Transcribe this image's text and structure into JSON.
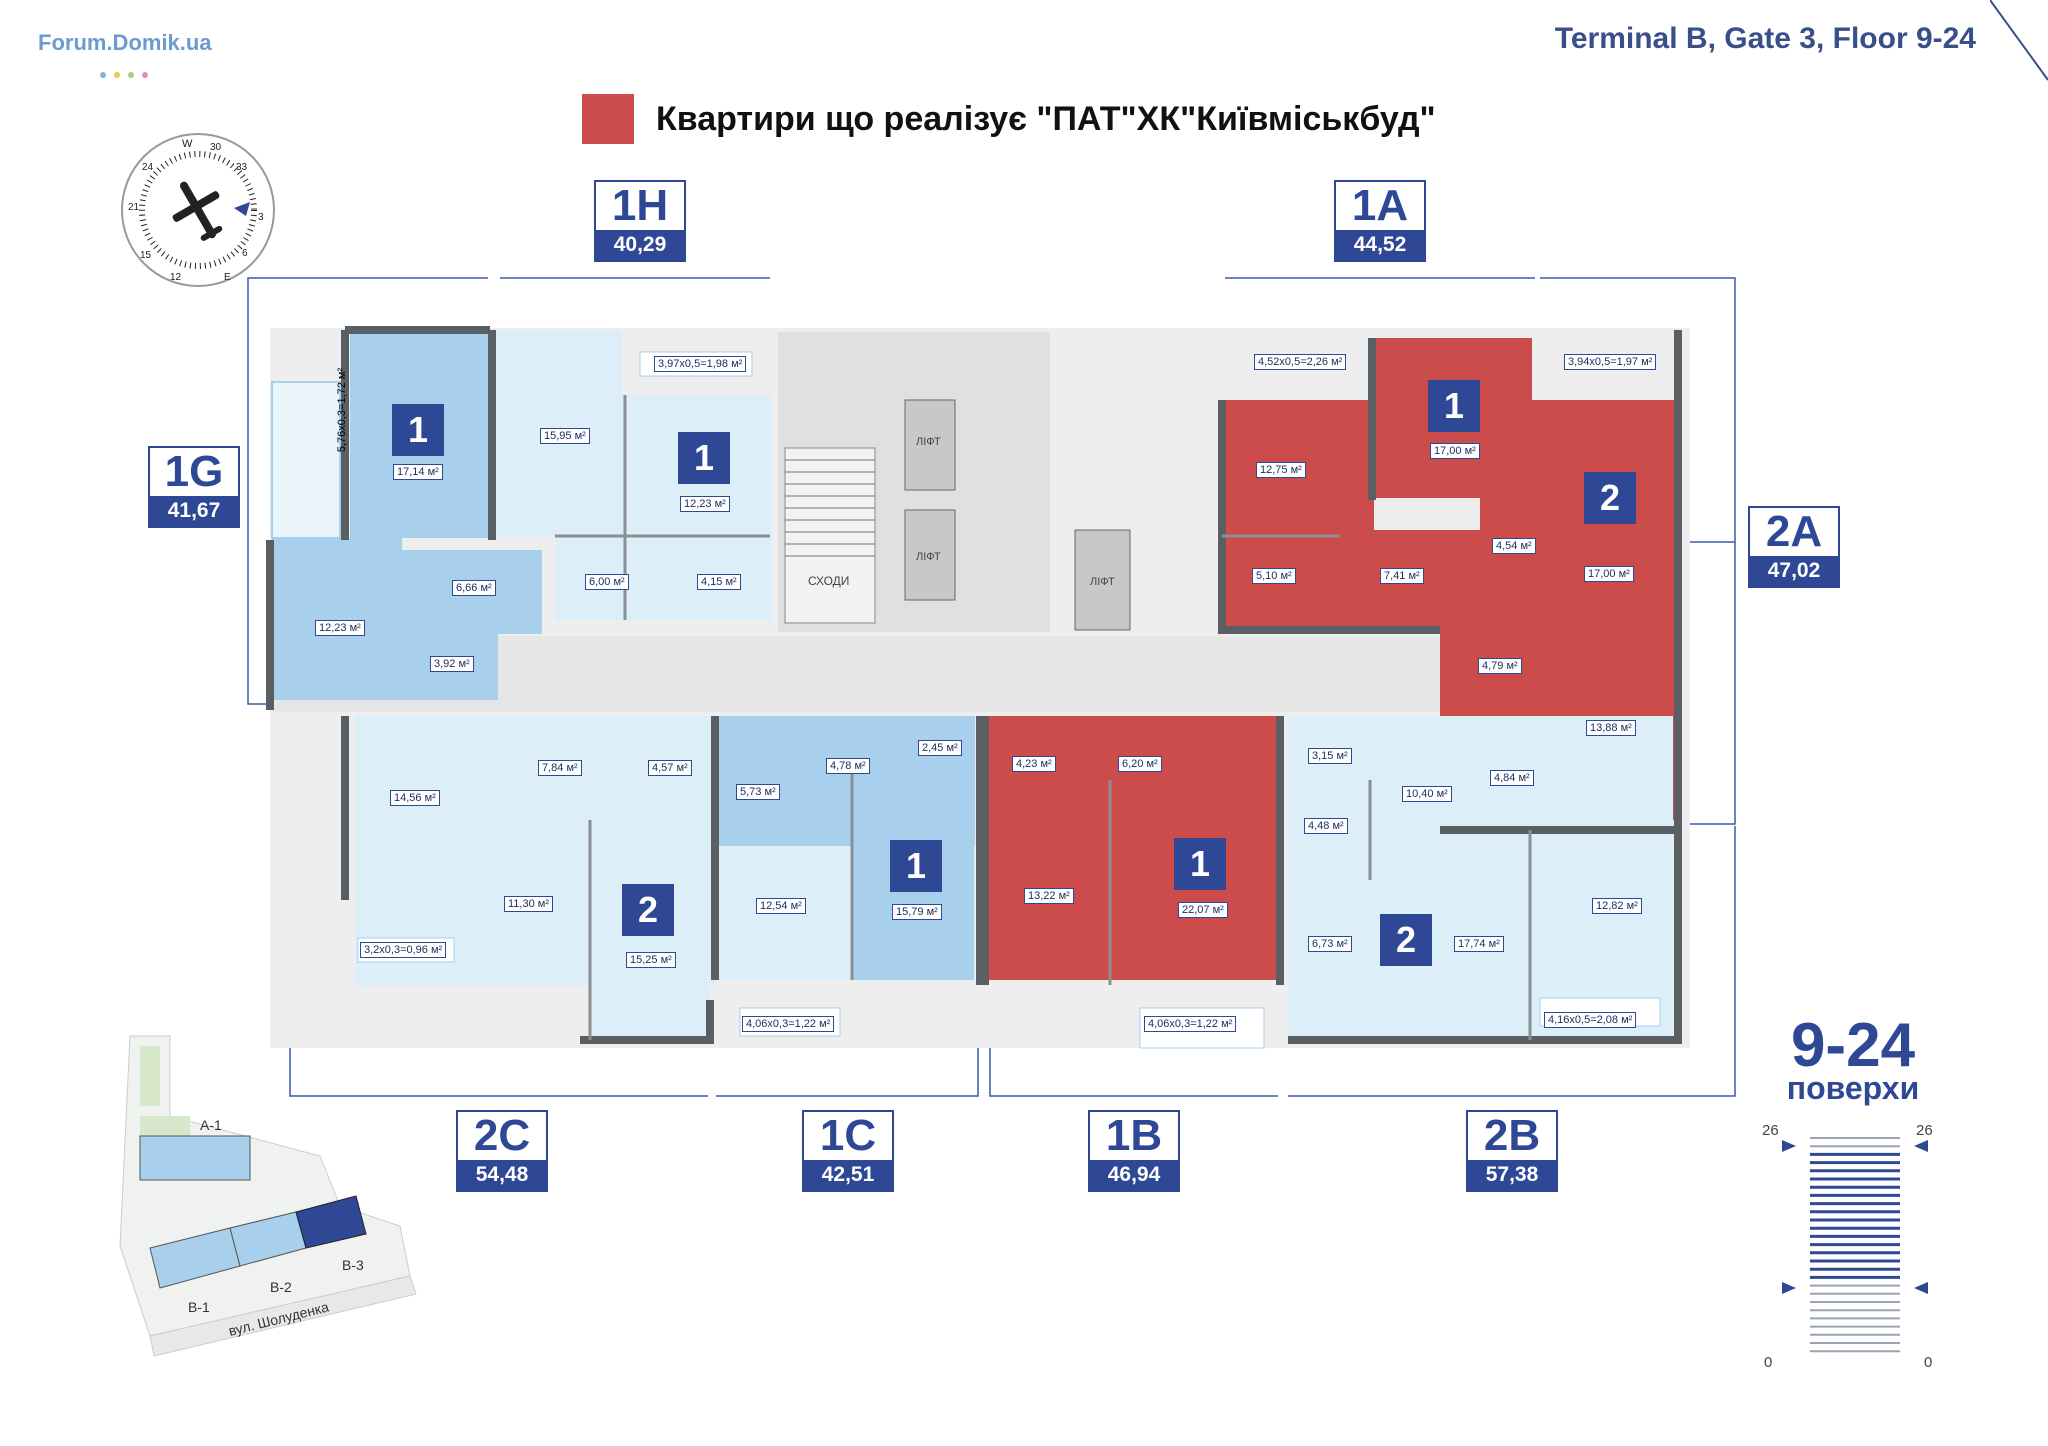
{
  "header": {
    "logo_text": "Forum.Domik.ua",
    "title": "Terminal B, Gate 3, Floor 9-24",
    "legend_text": "Квартири що реалізує \"ПАТ\"ХК\"Київміськбуд\"",
    "legend_color": "#cc4b4b"
  },
  "colors": {
    "blue_dark": "#2f4896",
    "room_light": "#dceef8",
    "room_medium": "#a8cfec",
    "room_red": "#cc4b4b",
    "wall": "#5a5f63",
    "corridor": "#e8e8e8"
  },
  "apartments": [
    {
      "code": "1H",
      "area": "40,29",
      "rooms": "1",
      "sold": false
    },
    {
      "code": "1A",
      "area": "44,52",
      "rooms": "1",
      "sold": true
    },
    {
      "code": "1G",
      "area": "41,67",
      "rooms": "1",
      "sold": false
    },
    {
      "code": "2A",
      "area": "47,02",
      "rooms": "2",
      "sold": true
    },
    {
      "code": "2C",
      "area": "54,48",
      "rooms": "2",
      "sold": false
    },
    {
      "code": "1C",
      "area": "42,51",
      "rooms": "1",
      "sold": false
    },
    {
      "code": "1B",
      "area": "46,94",
      "rooms": "1",
      "sold": true
    },
    {
      "code": "2B",
      "area": "57,38",
      "rooms": "2",
      "sold": false
    }
  ],
  "room_labels": {
    "g_bal": "5,76x0,3=1,72 м²",
    "g1": "17,14 м²",
    "g2": "12,23 м²",
    "g3": "6,66 м²",
    "g4": "3,92 м²",
    "h1": "15,95 м²",
    "h2": "12,23 м²",
    "h3": "6,00 м²",
    "h4": "4,15 м²",
    "h_bal": "3,97x0,5=1,98 м²",
    "a1": "12,75 м²",
    "a2": "17,00 м²",
    "a3": "5,10 м²",
    "a4": "7,41 м²",
    "a_bal": "4,52x0,5=2,26 м²",
    "a2_1": "4,54 м²",
    "a2_2": "17,00 м²",
    "a2_3": "4,79 м²",
    "a2_4": "13,88 м²",
    "a2_5": "4,84 м²",
    "a2_bal": "3,94x0,5=1,97 м²",
    "c2_1": "14,56 м²",
    "c2_2": "7,84 м²",
    "c2_3": "4,57 м²",
    "c2_4": "11,30 м²",
    "c2_5": "15,25 м²",
    "c2_bal": "3,2x0,3=0,96 м²",
    "c1_1": "5,73 м²",
    "c1_2": "4,78 м²",
    "c1_3": "2,45 м²",
    "c1_4": "12,54 м²",
    "c1_5": "15,79 м²",
    "c1_bal": "4,06x0,3=1,22 м²",
    "b1_1": "4,23 м²",
    "b1_2": "6,20 м²",
    "b1_3": "13,22 м²",
    "b1_4": "22,07 м²",
    "b1_bal": "4,06x0,3=1,22 м²",
    "b2_1": "3,15 м²",
    "b2_2": "10,40 м²",
    "b2_3": "4,48 м²",
    "b2_4": "6,73 м²",
    "b2_5": "17,74 м²",
    "b2_6": "12,82 м²",
    "b2_bal": "4,16x0,5=2,08 м²"
  },
  "core": {
    "stairs": "СХОДИ",
    "lift": "ЛІФТ"
  },
  "floors": {
    "range": "9-24",
    "word": "поверхи",
    "top": "26",
    "bottom": "0"
  },
  "site_plan": {
    "a1": "A-1",
    "b1": "B-1",
    "b2": "B-2",
    "b3": "B-3",
    "street": "вул. Шолуденка"
  },
  "compass": {
    "w": "W",
    "n30": "30",
    "n33": "33",
    "e3": "3",
    "n6": "6",
    "n12": "12",
    "n15": "15",
    "n21": "21",
    "n24": "24",
    "e": "E"
  }
}
